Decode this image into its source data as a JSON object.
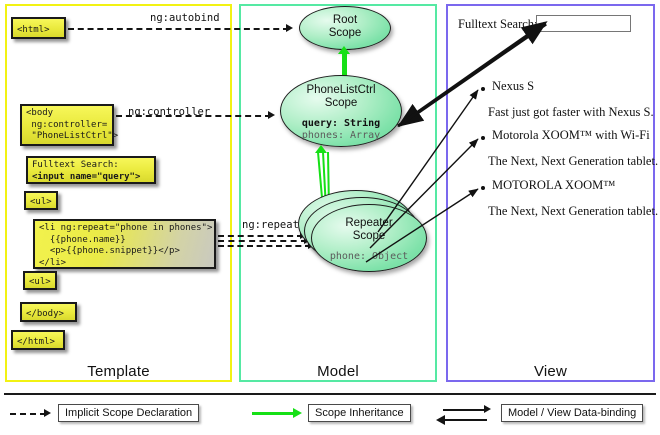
{
  "columns": [
    {
      "key": "template",
      "title": "Template",
      "border_color": "#f2f213"
    },
    {
      "key": "model",
      "title": "Model",
      "border_color": "#55e9a3"
    },
    {
      "key": "view",
      "title": "View",
      "border_color": "#7b68ee"
    }
  ],
  "template": {
    "boxes": [
      {
        "id": "html-open",
        "text": "<html>"
      },
      {
        "id": "body-open",
        "text": "<body\n ng:controller=\n \"PhoneListCtrl\">"
      },
      {
        "id": "fulltext-search",
        "text_normal": "Fulltext Search:",
        "text_bold": "<input name=\"query\">"
      },
      {
        "id": "ul-open",
        "text": "<ul>"
      },
      {
        "id": "li-repeat",
        "text": "<li ng:repeat=\"phone in phones\">\n  {{phone.name}}\n  <p>{{phone.snippet}}</p>\n</li>"
      },
      {
        "id": "ul-close",
        "text": "<ul>"
      },
      {
        "id": "body-close",
        "text": "</body>"
      },
      {
        "id": "html-close",
        "text": "</html>"
      }
    ]
  },
  "connectors": {
    "autobind_label": "ng:autobind",
    "controller_label": "ng:controller",
    "repeat_label": "ng:repeat"
  },
  "model": {
    "scopes": [
      {
        "id": "root-scope",
        "name_line1": "Root",
        "name_line2": "Scope",
        "fields": []
      },
      {
        "id": "phonelistctrl-scope",
        "name_line1": "PhoneListCtrl",
        "name_line2": "Scope",
        "fields": [
          {
            "text": "query: String",
            "bold": true
          },
          {
            "text": "phones: Array",
            "bold": false
          }
        ]
      },
      {
        "id": "repeater-scope",
        "name_line1": "Repeater",
        "name_line2": "Scope",
        "fields": [
          {
            "text": "phone: Object",
            "bold": false
          }
        ],
        "stack_count": 3
      }
    ]
  },
  "view": {
    "search_label": "Fulltext Search:",
    "search_value": "",
    "items": [
      {
        "name": "Nexus S",
        "snippet": "Fast just got faster with Nexus S."
      },
      {
        "name": "Motorola XOOM™  with Wi-Fi",
        "snippet": "The Next, Next Generation tablet."
      },
      {
        "name": "MOTOROLA XOOM™",
        "snippet": "The Next, Next Generation tablet."
      }
    ]
  },
  "legend": [
    {
      "id": "implicit-scope-declaration",
      "label": "Implicit Scope Declaration",
      "style": "dashed"
    },
    {
      "id": "scope-inheritance",
      "label": "Scope Inheritance",
      "style": "green-solid",
      "color": "#16e016"
    },
    {
      "id": "model-view-data-binding",
      "label": "Model / View Data-binding",
      "style": "bidirectional"
    }
  ]
}
